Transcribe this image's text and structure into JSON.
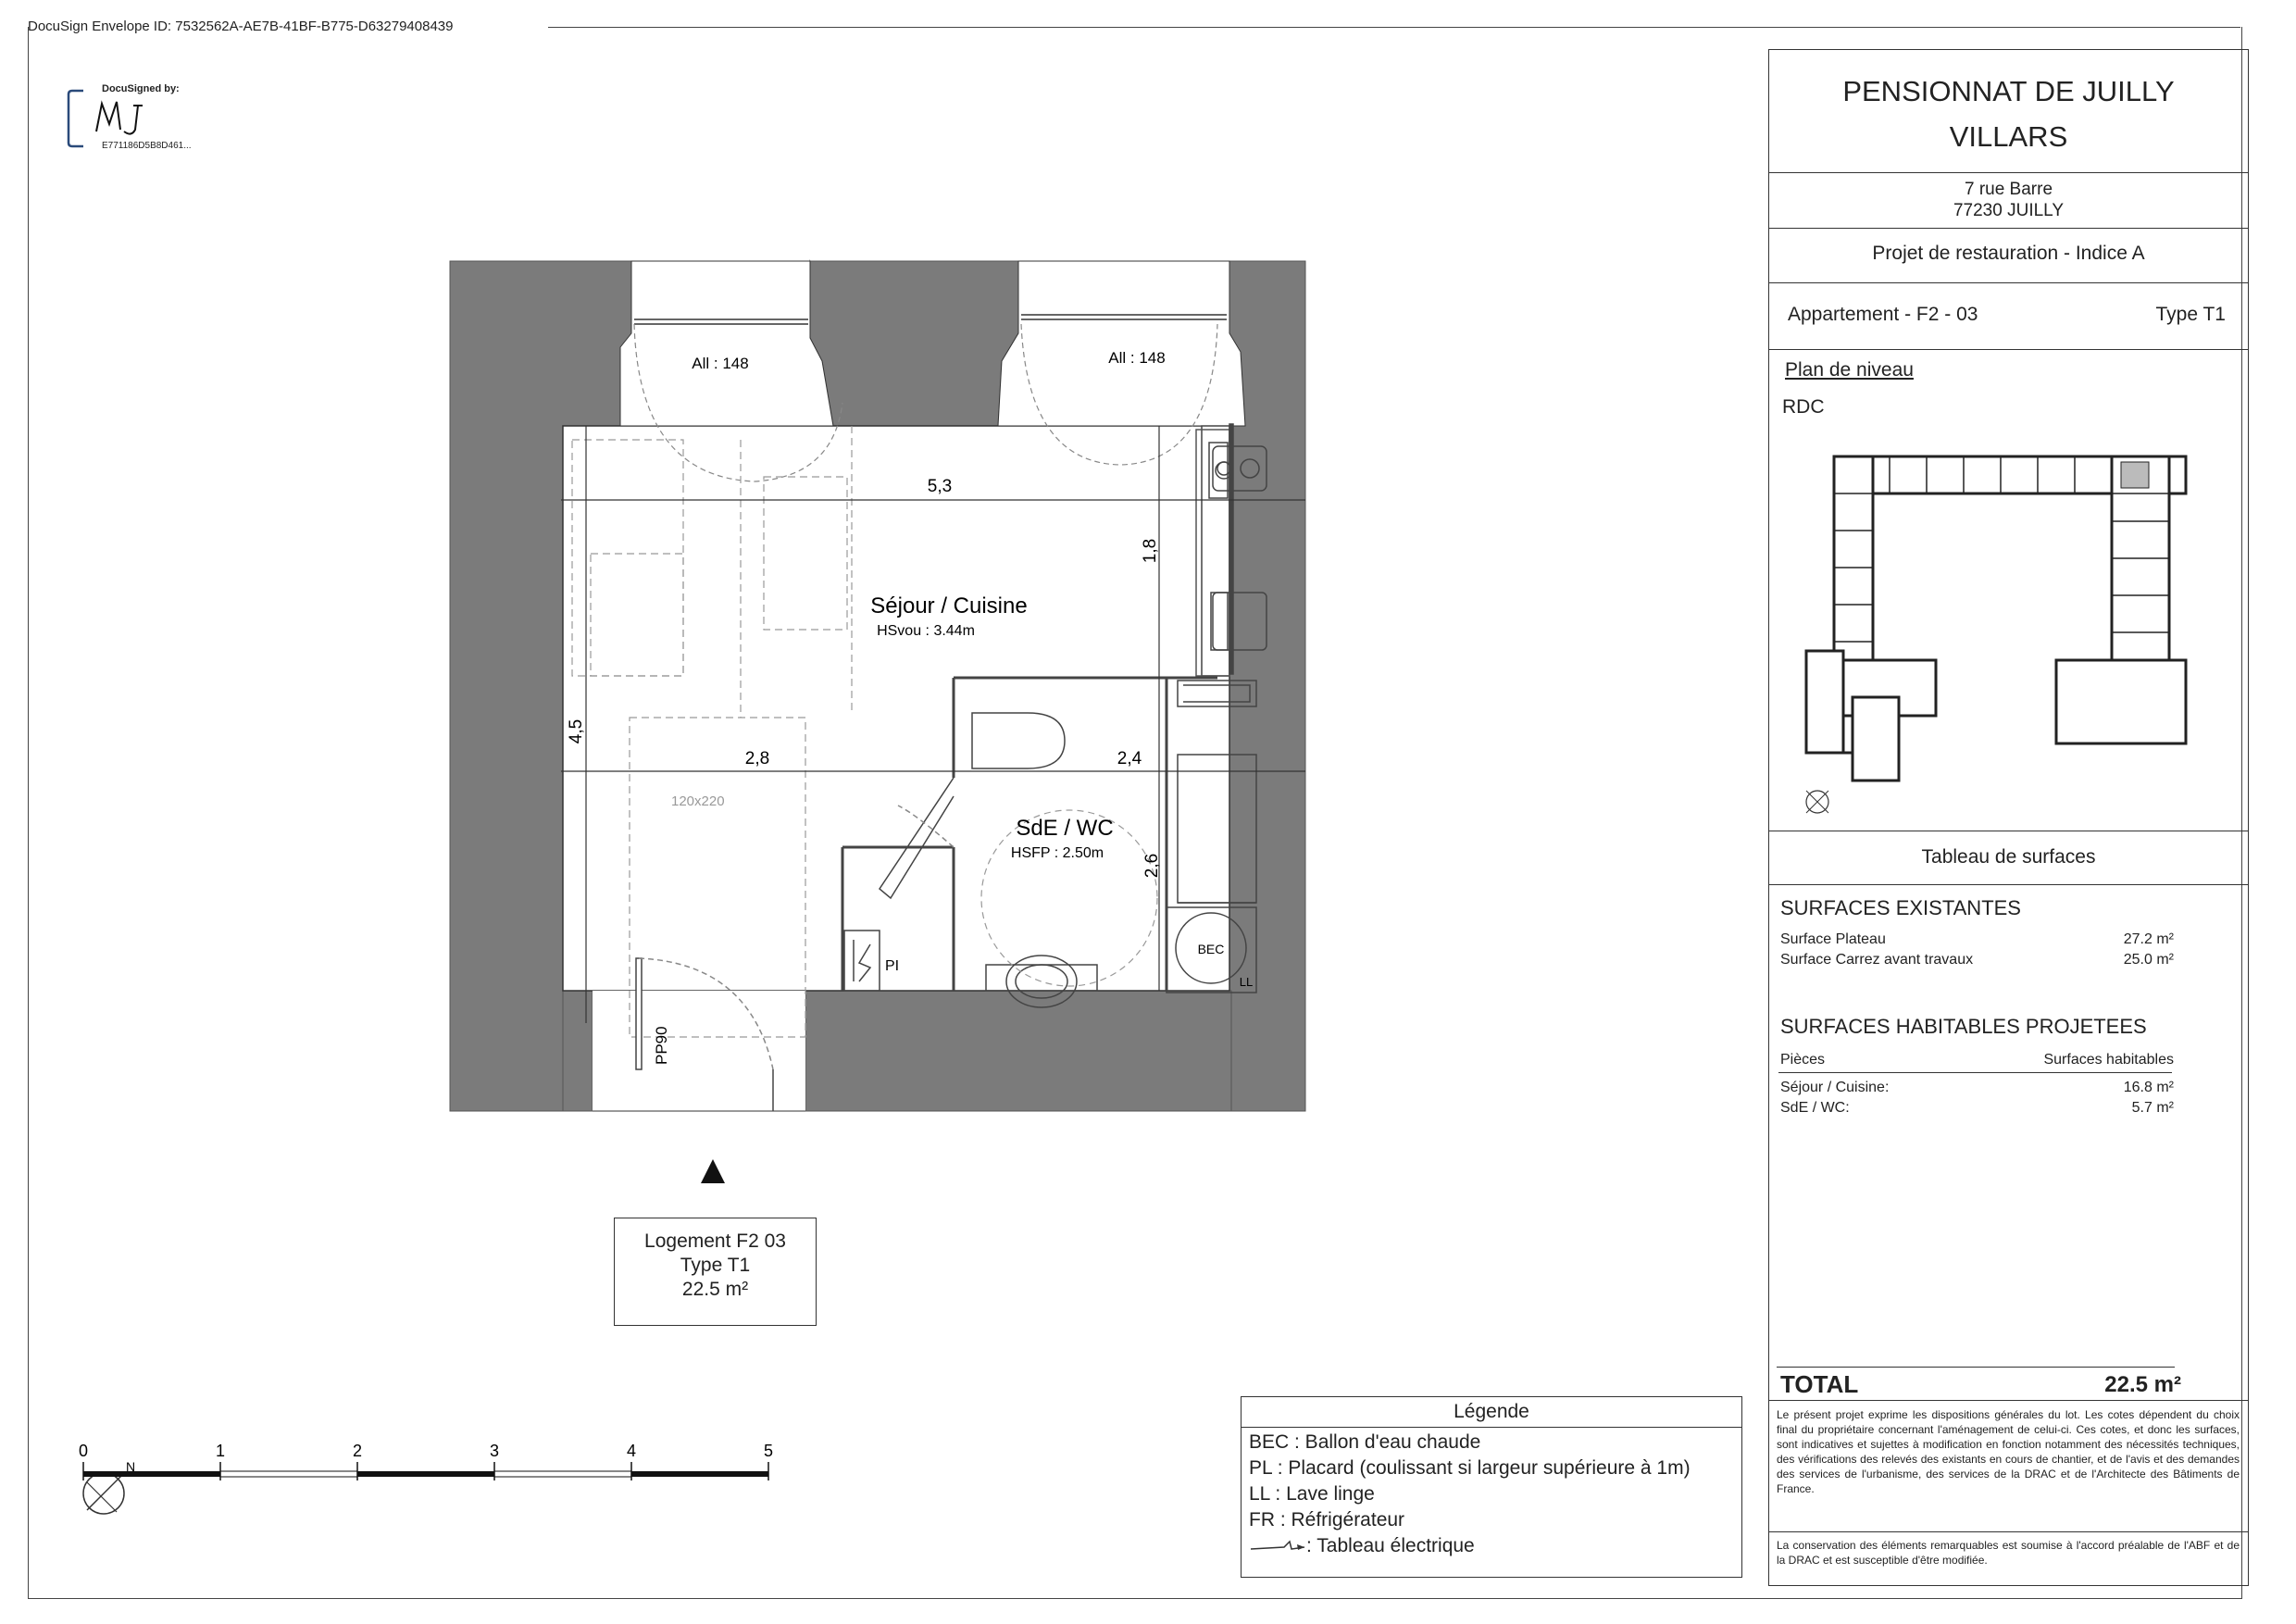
{
  "envelope_id": "DocuSign Envelope ID: 7532562A-AE7B-41BF-B775-D63279408439",
  "docusign": {
    "by": "DocuSigned by:",
    "signature": "MJ",
    "code": "E771186D5B8D461..."
  },
  "title_block": {
    "title_line1": "PENSIONNAT DE JUILLY",
    "title_line2": "VILLARS",
    "address_line1": "7 rue Barre",
    "address_line2": "77230 JUILLY",
    "project": "Projet de restauration - Indice A",
    "apartment_label": "Appartement -  F2 - 03",
    "apartment_type": "Type T1",
    "plan_heading": "Plan de niveau",
    "level": "RDC",
    "surfaces_table_heading": "Tableau de surfaces",
    "existing_heading": "SURFACES EXISTANTES",
    "existing_rows": [
      {
        "label": "Surface Plateau",
        "value": "27.2 m²"
      },
      {
        "label": "Surface Carrez avant travaux",
        "value": "25.0 m²"
      }
    ],
    "projected_heading": "SURFACES HABITABLES PROJETEES",
    "projected_col1": "Pièces",
    "projected_col2": "Surfaces habitables",
    "projected_rows": [
      {
        "label": "Séjour / Cuisine:",
        "value": "16.8 m²"
      },
      {
        "label": "SdE / WC:",
        "value": "5.7 m²"
      }
    ],
    "total_label": "TOTAL",
    "total_value": "22.5 m²",
    "disclaimer1": "Le présent projet exprime les dispositions générales du lot. Les cotes dépendent du choix final du propriétaire concernant l'aménagement de celui-ci. Ces cotes, et donc les surfaces, sont indicatives et sujettes à modification en fonction notamment des nécessités techniques, des vérifications des relevés des existants en cours de chantier, et de l'avis et des demandes des services de l'urbanisme, des services de la DRAC et de l'Architecte des Bâtiments de France.",
    "disclaimer2": "La conservation des éléments remarquables est soumise à l'accord préalable de l'ABF et de la DRAC et est susceptible d'être modifiée."
  },
  "plan": {
    "window_left_label": "All : 148",
    "window_right_label": "All : 148",
    "dim_width": "5,3",
    "dim_kitchen_depth": "1,8",
    "dim_height": "4,5",
    "dim_left": "2,8",
    "dim_right": "2,4",
    "dim_bath": "2,6",
    "room1_name": "Séjour / Cuisine",
    "room1_height": "HSvou : 3.44m",
    "room2_name": "SdE / WC",
    "room2_height": "HSFP : 2.50m",
    "bed_label": "120x220",
    "pl_label": "PI",
    "bec_label": "BEC",
    "ll_label": "LL",
    "door_label": "PP90"
  },
  "unit_box": {
    "line1": "Logement F2 03",
    "line2": "Type T1",
    "line3": "22.5 m²"
  },
  "legend": {
    "heading": "Légende",
    "items": [
      "BEC : Ballon d'eau chaude",
      "PL : Placard (coulissant si largeur supérieure à 1m)",
      "LL : Lave linge",
      "FR : Réfrigérateur",
      ": Tableau électrique"
    ]
  },
  "scale": {
    "ticks": [
      "0",
      "1",
      "2",
      "3",
      "4",
      "5"
    ]
  },
  "north_label": "N"
}
